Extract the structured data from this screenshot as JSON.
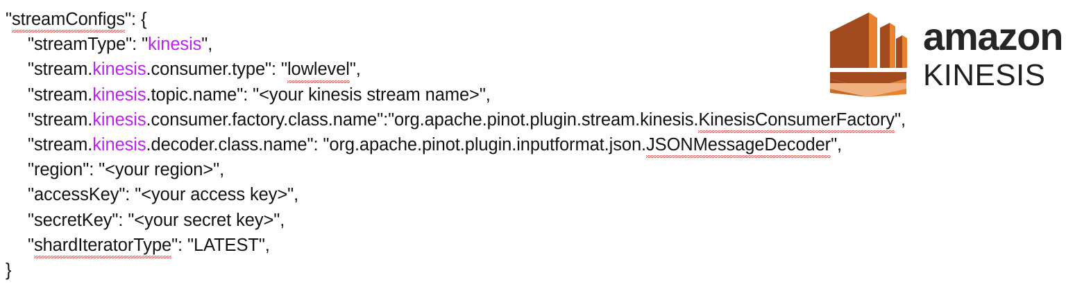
{
  "colors": {
    "background": "#ffffff",
    "code_text": "#121212",
    "keyword_magenta": "#bb22ee",
    "spellcheck_red": "#ef4444",
    "logo_orange_light": "#f0b080",
    "logo_orange": "#e8822e",
    "logo_orange_dark": "#a04a1e",
    "logo_text": "#252525"
  },
  "code": {
    "lines": [
      {
        "indent": false,
        "tokens": [
          {
            "text": "\"",
            "style": "plain"
          },
          {
            "text": "streamConfigs",
            "style": "spell"
          },
          {
            "text": "\": {",
            "style": "plain"
          }
        ]
      },
      {
        "indent": true,
        "tokens": [
          {
            "text": "\"streamType\": \"",
            "style": "plain"
          },
          {
            "text": "kinesis",
            "style": "keyword"
          },
          {
            "text": "\",",
            "style": "plain"
          }
        ]
      },
      {
        "indent": true,
        "tokens": [
          {
            "text": "\"stream.",
            "style": "plain"
          },
          {
            "text": "kinesis",
            "style": "keyword"
          },
          {
            "text": ".consumer.type\": \"",
            "style": "plain"
          },
          {
            "text": "lowlevel",
            "style": "spell"
          },
          {
            "text": "\",",
            "style": "plain"
          }
        ]
      },
      {
        "indent": true,
        "tokens": [
          {
            "text": "\"stream.",
            "style": "plain"
          },
          {
            "text": "kinesis",
            "style": "keyword"
          },
          {
            "text": ".topic.name\": \"<your kinesis stream name>\",",
            "style": "plain"
          }
        ]
      },
      {
        "indent": true,
        "tokens": [
          {
            "text": "\"stream.",
            "style": "plain"
          },
          {
            "text": "kinesis",
            "style": "keyword"
          },
          {
            "text": ".consumer.factory.class.name\":\"org.apache.pinot.plugin.stream.kinesis.",
            "style": "plain"
          },
          {
            "text": "KinesisConsumerFactory",
            "style": "spell"
          },
          {
            "text": "\",",
            "style": "plain"
          }
        ]
      },
      {
        "indent": true,
        "tokens": [
          {
            "text": "\"stream.",
            "style": "plain"
          },
          {
            "text": "kinesis",
            "style": "keyword"
          },
          {
            "text": ".decoder.class.name\": \"org.apache.pinot.plugin.inputformat.json.",
            "style": "plain"
          },
          {
            "text": "JSONMessageDecoder",
            "style": "spell"
          },
          {
            "text": "\",",
            "style": "plain"
          }
        ]
      },
      {
        "indent": true,
        "tokens": [
          {
            "text": "\"region\": \"<your region>\",",
            "style": "plain"
          }
        ]
      },
      {
        "indent": true,
        "tokens": [
          {
            "text": "\"accessKey\": \"<your access key>\",",
            "style": "plain"
          }
        ]
      },
      {
        "indent": true,
        "tokens": [
          {
            "text": "\"secretKey\": \"<your secret key>\",",
            "style": "plain"
          }
        ]
      },
      {
        "indent": true,
        "tokens": [
          {
            "text": "\"",
            "style": "plain"
          },
          {
            "text": "shardIteratorType",
            "style": "spell"
          },
          {
            "text": "\": \"LATEST\",",
            "style": "plain"
          }
        ]
      },
      {
        "indent": false,
        "tokens": [
          {
            "text": "}",
            "style": "plain"
          }
        ]
      }
    ]
  },
  "logo": {
    "mark_name": "amazon-kinesis-bars-icon",
    "brand": "amazon",
    "product": "KINESIS"
  }
}
